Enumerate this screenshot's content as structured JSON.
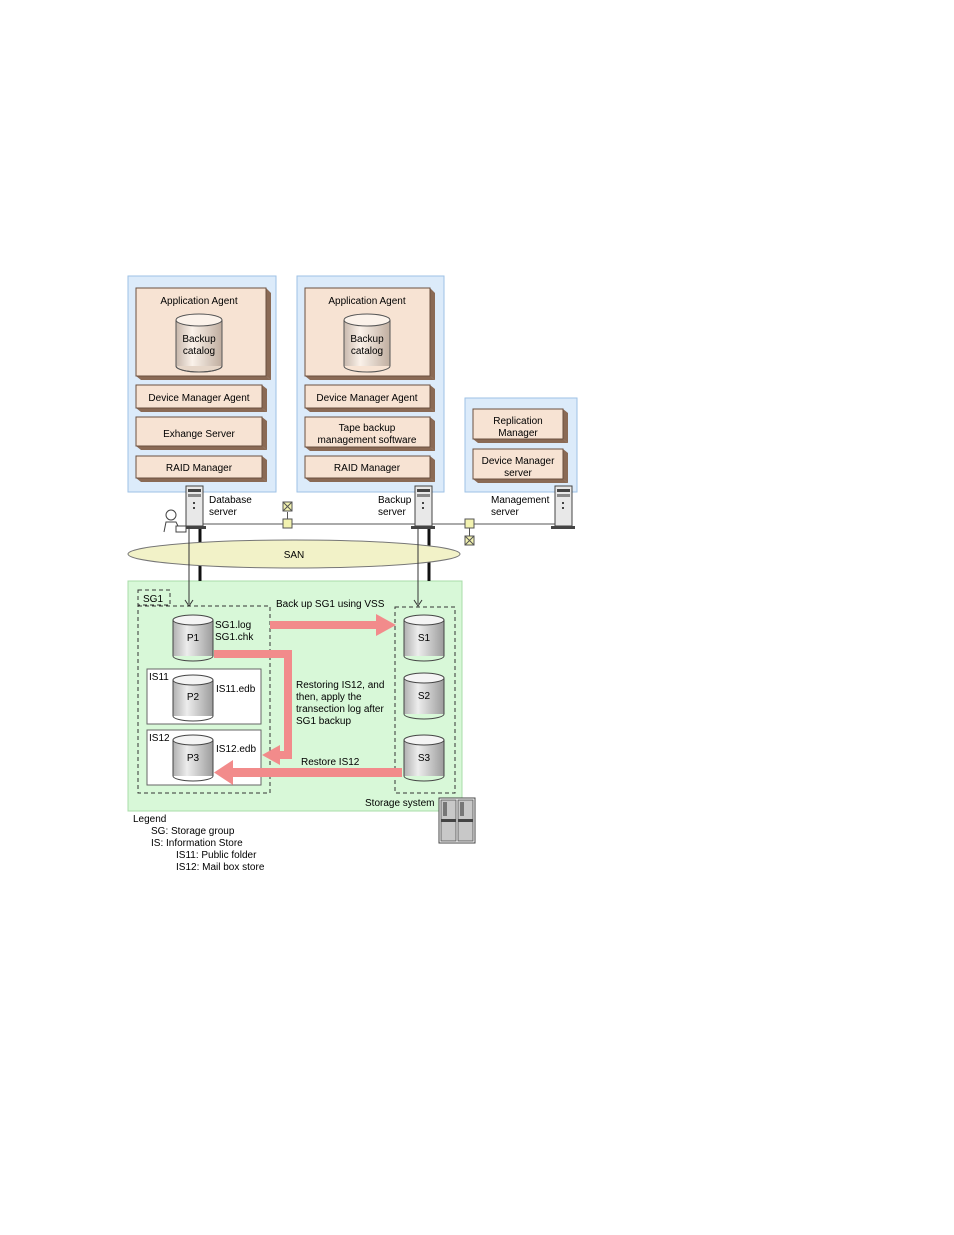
{
  "db_server": {
    "app_agent": "Application Agent",
    "catalog": [
      "Backup",
      "catalog"
    ],
    "dm_agent": "Device Manager Agent",
    "exchange": "Exhange Server",
    "raid": "RAID Manager",
    "label": [
      "Database",
      "server"
    ]
  },
  "backup_server": {
    "app_agent": "Application Agent",
    "catalog": [
      "Backup",
      "catalog"
    ],
    "dm_agent": "Device Manager Agent",
    "tape": [
      "Tape backup",
      "management software"
    ],
    "raid": "RAID Manager",
    "label": [
      "Backup",
      "server"
    ]
  },
  "mgmt_server": {
    "replication": [
      "Replication",
      "Manager"
    ],
    "dm_server": [
      "Device Manager",
      "server"
    ],
    "label": [
      "Management",
      "server"
    ]
  },
  "san": "SAN",
  "storage": {
    "sg1": "SG1",
    "p1": "P1",
    "p1_files": [
      "SG1.log",
      "SG1.chk"
    ],
    "is11": "IS11",
    "p2": "P2",
    "is11_file": "IS11.edb",
    "is12": "IS12",
    "p3": "P3",
    "is12_file": "IS12.edb",
    "s1": "S1",
    "s2": "S2",
    "s3": "S3",
    "label": "Storage system"
  },
  "flows": {
    "backup": "Back up SG1 using VSS",
    "restoring": [
      "Restoring IS12, and",
      "then, apply the",
      "transection log after",
      "SG1 backup"
    ],
    "restore": "Restore IS12"
  },
  "legend": {
    "title": "Legend",
    "sg": "SG: Storage group",
    "is": "IS: Information Store",
    "is11": "IS11: Public folder",
    "is12": "IS12: Mail box store"
  },
  "colors": {
    "server_area": "#dcebfa",
    "component": "#f7e3d3",
    "storage_area": "#d8f8d8",
    "arrow": "#f28b8b",
    "san": "#f2f2c8"
  }
}
